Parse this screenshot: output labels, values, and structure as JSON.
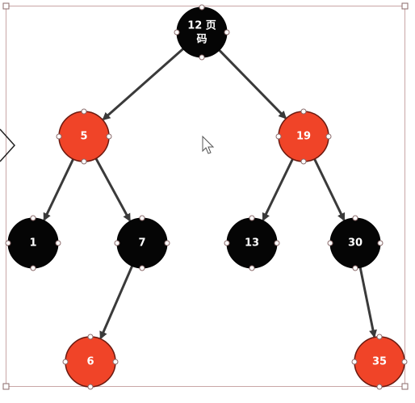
{
  "diagram": {
    "root_label_line1": "12 页",
    "root_label_line2": "码",
    "nodes": [
      {
        "id": "n12",
        "label": "12 页码",
        "color": "black"
      },
      {
        "id": "n5",
        "label": "5",
        "color": "red"
      },
      {
        "id": "n19",
        "label": "19",
        "color": "red"
      },
      {
        "id": "n1",
        "label": "1",
        "color": "black"
      },
      {
        "id": "n7",
        "label": "7",
        "color": "black"
      },
      {
        "id": "n13",
        "label": "13",
        "color": "black"
      },
      {
        "id": "n30",
        "label": "30",
        "color": "black"
      },
      {
        "id": "n6",
        "label": "6",
        "color": "red"
      },
      {
        "id": "n35",
        "label": "35",
        "color": "red"
      }
    ],
    "edges": [
      [
        "n12",
        "n5"
      ],
      [
        "n12",
        "n19"
      ],
      [
        "n5",
        "n1"
      ],
      [
        "n5",
        "n7"
      ],
      [
        "n19",
        "n13"
      ],
      [
        "n19",
        "n30"
      ],
      [
        "n7",
        "n6"
      ],
      [
        "n30",
        "n35"
      ]
    ]
  },
  "colors": {
    "black_node": "#050505",
    "red_node": "#f04428",
    "red_node_stroke": "#6a1a10",
    "edge": "#3a3a3a",
    "frame": "#c9a6a6"
  }
}
